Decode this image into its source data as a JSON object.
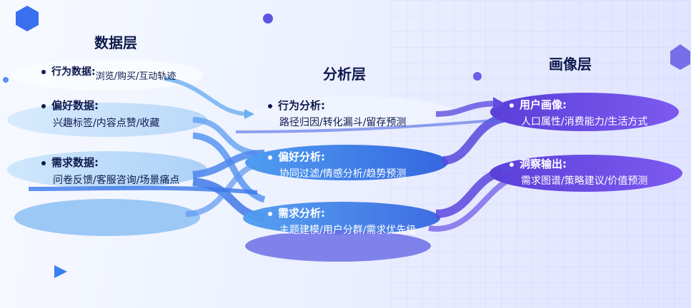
{
  "layers": {
    "data": {
      "title": "数据层",
      "items": [
        {
          "head": "行为数据:",
          "detail": "浏览/购买/互动轨迹"
        },
        {
          "head": "偏好数据:",
          "detail": "兴趣标签/内容点赞/收藏"
        },
        {
          "head": "需求数据:",
          "detail": "问卷反馈/客服咨询/场景痛点"
        }
      ]
    },
    "analysis": {
      "title": "分析层",
      "items": [
        {
          "head": "行为分析:",
          "detail": "路径归因/转化漏斗/留存预测"
        },
        {
          "head": "偏好分析:",
          "detail": "协同过滤/情感分析/趋势预测"
        },
        {
          "head": "需求分析:",
          "detail": "主题建模/用户分群/需求优先级"
        }
      ]
    },
    "portrait": {
      "title": "画像层",
      "items": [
        {
          "head": "用户画像:",
          "detail": "人口属性/消费能力/生活方式"
        },
        {
          "head": "洞察输出:",
          "detail": "需求图谱/策略建议/价值预测"
        }
      ]
    }
  },
  "colors": {
    "ink": "#0e1a4d",
    "flow_light": "#7fb8f0",
    "flow_mid": "#3d7ee8",
    "flow_deep": "#6b4fe0"
  }
}
